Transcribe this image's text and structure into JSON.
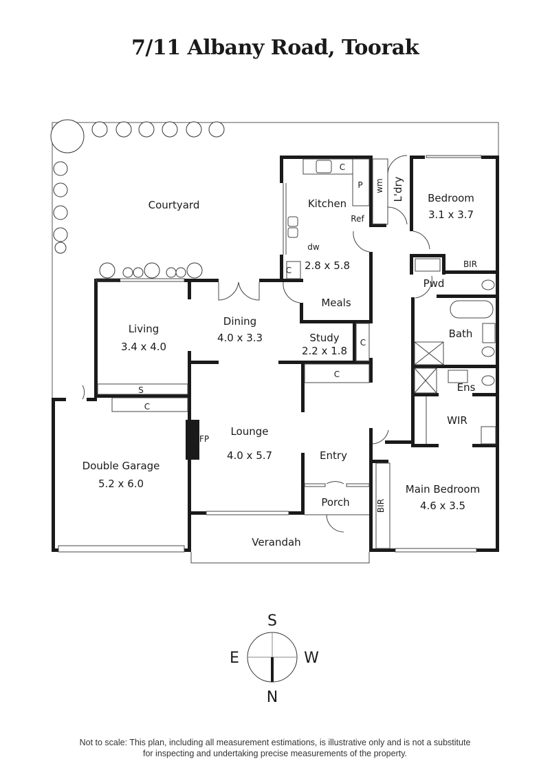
{
  "header": {
    "title": "7/11 Albany Road, Toorak"
  },
  "rooms": {
    "courtyard": {
      "name": "Courtyard"
    },
    "kitchen": {
      "name": "Kitchen",
      "size": "2.8 x 5.8"
    },
    "meals": {
      "name": "Meals"
    },
    "laundry": {
      "name": "L'dry"
    },
    "bedroom": {
      "name": "Bedroom",
      "size": "3.1 x 3.7"
    },
    "powder": {
      "name": "Pwd"
    },
    "bath": {
      "name": "Bath"
    },
    "ensuite": {
      "name": "Ens"
    },
    "wir": {
      "name": "WIR"
    },
    "living": {
      "name": "Living",
      "size": "3.4 x 4.0"
    },
    "dining": {
      "name": "Dining",
      "size": "4.0 x 3.3"
    },
    "study": {
      "name": "Study",
      "size": "2.2 x 1.8"
    },
    "lounge": {
      "name": "Lounge",
      "size": "4.0 x 5.7"
    },
    "entry": {
      "name": "Entry"
    },
    "porch": {
      "name": "Porch"
    },
    "garage": {
      "name": "Double Garage",
      "size": "5.2 x 6.0"
    },
    "verandah": {
      "name": "Verandah"
    },
    "main_bedroom": {
      "name": "Main Bedroom",
      "size": "4.6 x 3.5"
    }
  },
  "fixtures": {
    "cupboard": "C",
    "pantry": "P",
    "washing_machine": "wm",
    "refrigerator": "Ref",
    "dishwasher": "dw",
    "built_in_robe": "BIR",
    "storage": "S",
    "fireplace": "FP"
  },
  "compass": {
    "north": "N",
    "south": "S",
    "east": "E",
    "west": "W"
  },
  "footer": {
    "disclaimer_line1": "Not to scale: This plan, including all measurement estimations, is illustrative only and is not a substitute",
    "disclaimer_line2": "for inspecting and undertaking precise measurements of the property."
  }
}
